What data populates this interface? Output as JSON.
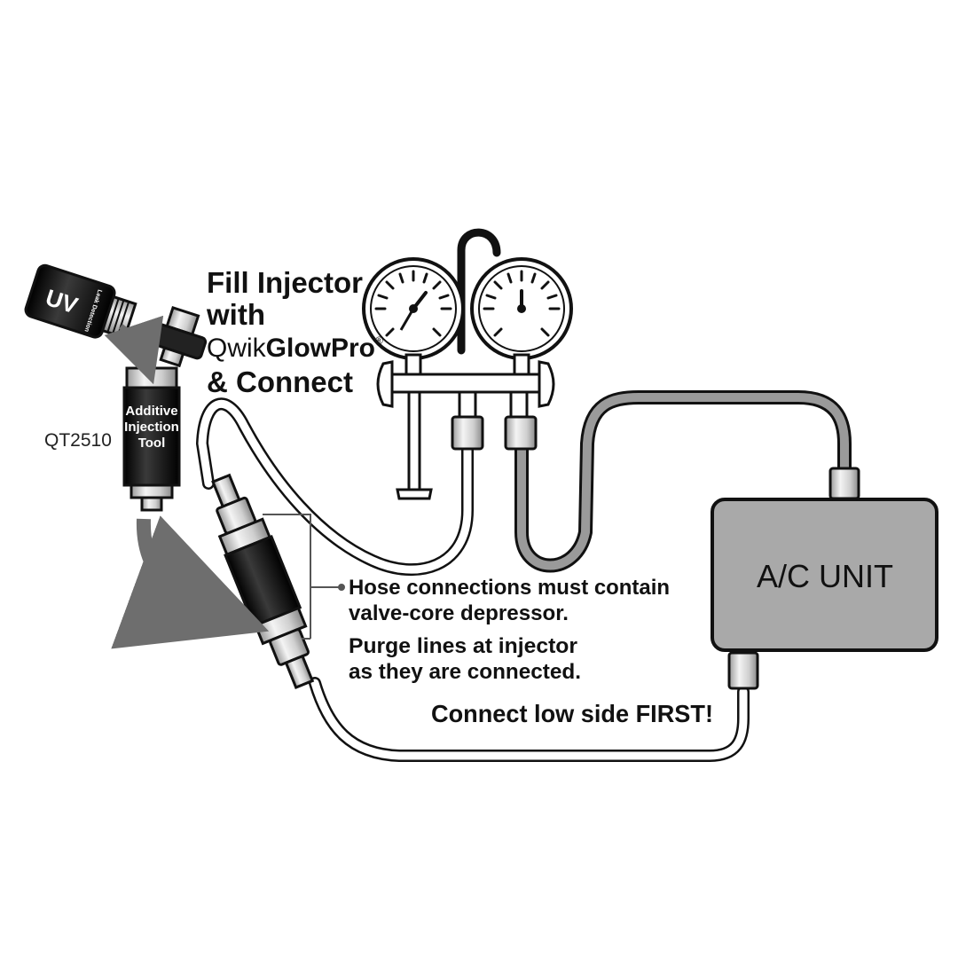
{
  "instructions": {
    "line1": "Fill Injector",
    "line2": "with",
    "brand_prefix": "Qwik",
    "brand_name": "GlowPro",
    "brand_mark": "®",
    "line4": "& Connect"
  },
  "labels": {
    "part_number": "QT2510",
    "tool_line1": "Additive",
    "tool_line2": "Injection",
    "tool_line3": "Tool",
    "bottle_line1": "UV",
    "bottle_line2": "Leak Detection",
    "ac_unit": "A/C UNIT"
  },
  "notes": {
    "hose_line1": "Hose connections must contain",
    "hose_line2": "valve-core depressor.",
    "purge_line1": "Purge lines at injector",
    "purge_line2": "as they are connected.",
    "low_side": "Connect low side FIRST!"
  },
  "colors": {
    "ink": "#111111",
    "unit_fill": "#a9a9a9",
    "arrow_gray": "#6e6e6e",
    "metal_light": "#e6e6e6",
    "metal_mid": "#b4b4b4",
    "cylinder_dark": "#1a1a1a"
  },
  "icons": {
    "gauge_left": "pressure-gauge-icon",
    "gauge_right": "pressure-gauge-icon",
    "bottle": "dye-bottle-icon",
    "cap": "injector-cap-icon"
  }
}
